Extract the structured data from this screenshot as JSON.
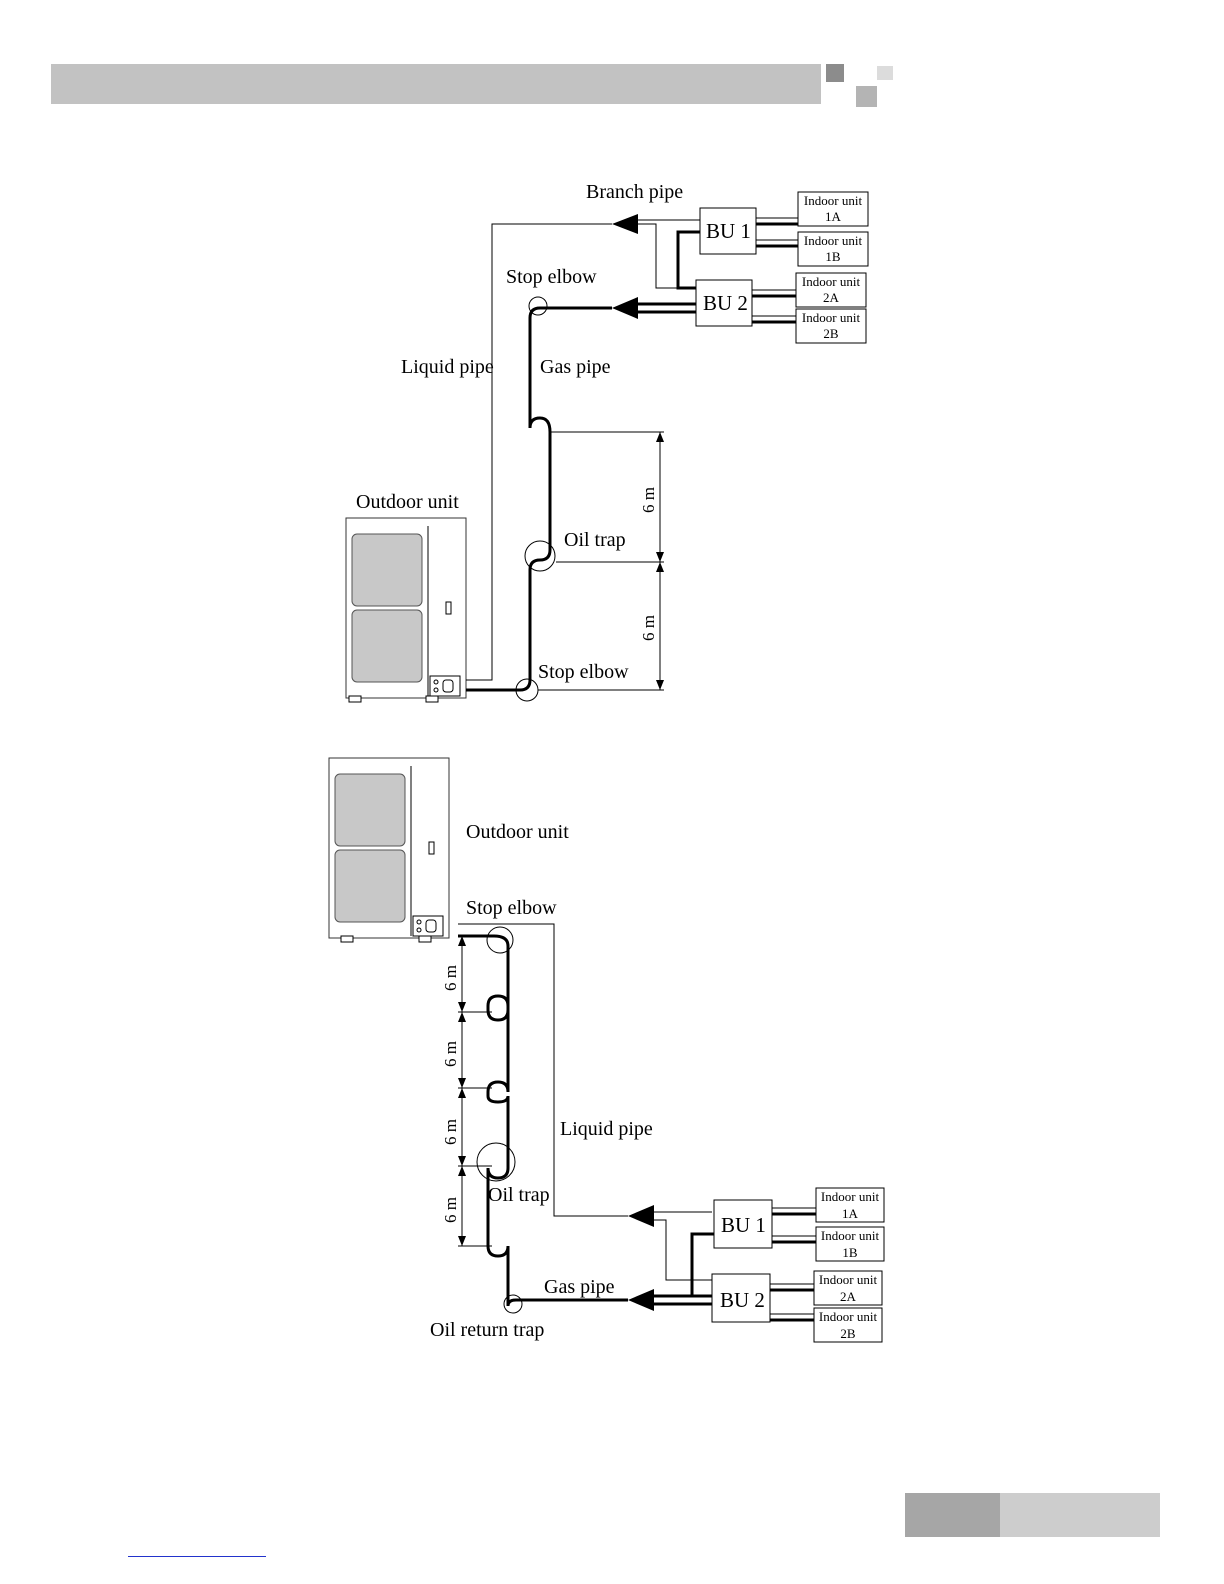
{
  "diagram_top": {
    "branch_pipe": "Branch pipe",
    "stop_elbow_top": "Stop elbow",
    "liquid_pipe": "Liquid pipe",
    "gas_pipe": "Gas pipe",
    "outdoor_unit": "Outdoor unit",
    "oil_trap": "Oil trap",
    "stop_elbow_bottom": "Stop elbow",
    "dim_upper": "6 m",
    "dim_lower": "6 m",
    "bu1": "BU 1",
    "bu2": "BU 2",
    "iu_1a": [
      "Indoor unit",
      "1A"
    ],
    "iu_1b": [
      "Indoor unit",
      "1B"
    ],
    "iu_2a": [
      "Indoor unit",
      "2A"
    ],
    "iu_2b": [
      "Indoor unit",
      "2B"
    ]
  },
  "diagram_bottom": {
    "outdoor_unit": "Outdoor unit",
    "stop_elbow": "Stop elbow",
    "liquid_pipe": "Liquid pipe",
    "oil_trap": "Oil trap",
    "gas_pipe": "Gas pipe",
    "oil_return_trap": "Oil return trap",
    "dims": [
      "6 m",
      "6 m",
      "6 m",
      "6 m"
    ],
    "bu1": "BU 1",
    "bu2": "BU 2",
    "iu_1a": [
      "Indoor unit",
      "1A"
    ],
    "iu_1b": [
      "Indoor unit",
      "1B"
    ],
    "iu_2a": [
      "Indoor unit",
      "2A"
    ],
    "iu_2b": [
      "Indoor unit",
      "2B"
    ]
  }
}
